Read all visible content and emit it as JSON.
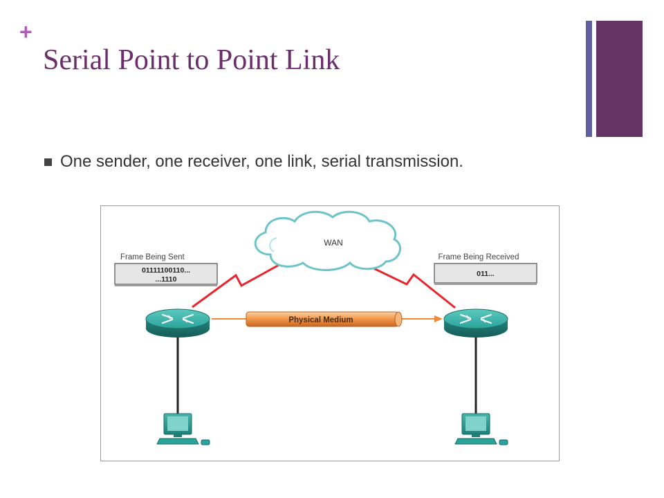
{
  "slide": {
    "plus_symbol": "+",
    "title": "Serial Point to Point Link",
    "bullets": [
      "One sender, one receiver, one link, serial transmission."
    ]
  },
  "diagram": {
    "cloud_label": "WAN",
    "sender": {
      "caption": "Frame Being Sent",
      "bits_line1": "01111100110...",
      "bits_line2": "...1110"
    },
    "receiver": {
      "caption": "Frame Being Received",
      "bits_line1": "011..."
    },
    "medium_label": "Physical Medium",
    "icons": [
      "cloud-icon",
      "router-icon",
      "computer-icon",
      "serial-link-icon",
      "arrow-icon"
    ]
  },
  "colors": {
    "accent_purple": "#663366",
    "accent_slate": "#5f5f9e",
    "plus_purple": "#b15ab8",
    "title_purple": "#6b2d6b",
    "bullet_text": "#333333",
    "bullet_square": "#444444",
    "router_teal": "#2aa39a",
    "router_dark": "#1b6f6a",
    "cloud_outline": "#6dc4c8",
    "serial_red": "#e8252e",
    "medium_orange": "#f0883a",
    "box_fill": "#e6e6e6"
  }
}
